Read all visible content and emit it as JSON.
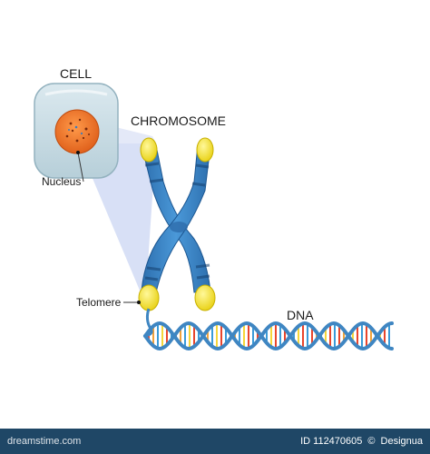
{
  "labels": {
    "cell": "CELL",
    "chromosome": "CHROMOSOME",
    "nucleus": "Nucleus",
    "telomere": "Telomere",
    "dna": "DNA"
  },
  "footer": {
    "site": "dreamstime.com",
    "image_id": "ID 112470605",
    "separator": "©",
    "author": "Designua"
  },
  "colors": {
    "chromatid_blue": "#3a86c8",
    "chromatid_dark": "#1f5f9a",
    "telomere_yellow": "#f5e52a",
    "nucleus_orange": "#f07a2a",
    "cell_body": "#c9dde6",
    "dna_backbone": "#3f86c2",
    "footer_bg": "#1f4766"
  }
}
